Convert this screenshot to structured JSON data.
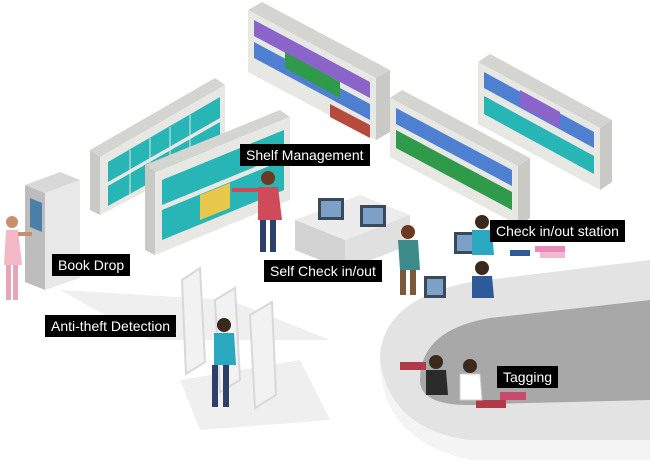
{
  "labels": {
    "shelf_management": "Shelf Management",
    "book_drop": "Book Drop",
    "self_check": "Self Check in/out",
    "check_station": "Check in/out station",
    "anti_theft": "Anti-theft Detection",
    "tagging": "Tagging"
  },
  "colors": {
    "shelf_frame": "#e7e7e4",
    "shelf_shade": "#c9c9c5",
    "book_teal": "#27b5b5",
    "book_blue": "#4f7fd0",
    "book_green": "#2f9a4a",
    "book_purple": "#8a64c8",
    "book_red": "#b54a3d",
    "desk": "#e3e3e3",
    "floor_shadow": "#efefef",
    "gate": "#f2f2f2",
    "label_bg": "#000000",
    "label_text": "#ffffff"
  },
  "icons": [
    "bookshelf-icon",
    "kiosk-icon",
    "computer-monitor-icon",
    "security-gate-icon",
    "person-icon",
    "book-stack-icon"
  ]
}
